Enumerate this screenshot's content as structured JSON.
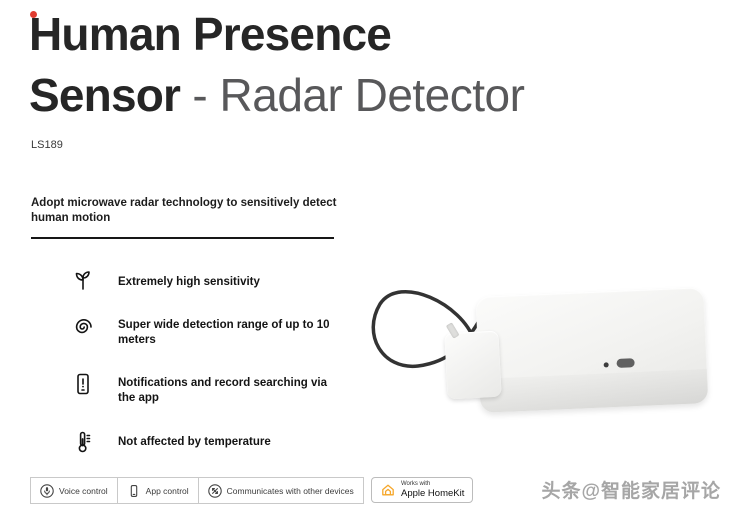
{
  "header": {
    "title_line1": "Human Presence",
    "title_line2_bold": "Sensor",
    "title_line2_light": " - Radar Detector",
    "model": "LS189"
  },
  "section": {
    "heading": "Adopt microwave radar technology to sensitively detect human motion"
  },
  "features": [
    {
      "icon": "sensitivity-sprout-icon",
      "text": "Extremely high sensitivity"
    },
    {
      "icon": "detection-range-spiral-icon",
      "text": "Super wide detection range of up to 10 meters"
    },
    {
      "icon": "phone-notification-icon",
      "text": "Notifications and record searching via the app"
    },
    {
      "icon": "thermometer-icon",
      "text": "Not affected by temperature"
    }
  ],
  "capabilities": [
    {
      "icon": "microphone-icon",
      "label": "Voice control"
    },
    {
      "icon": "app-phone-icon",
      "label": "App control"
    },
    {
      "icon": "interconnect-icon",
      "label": "Communicates with other devices"
    }
  ],
  "homekit_badge": {
    "line1": "Works with",
    "line2": "Apple HomeKit"
  },
  "watermark": "头条@智能家居评论",
  "colors": {
    "title": "#262626",
    "subtitle": "#58585a",
    "homekit_orange": "#f6a72b",
    "watermark": "#a6a6a6",
    "red_dot": "#e03c31"
  }
}
